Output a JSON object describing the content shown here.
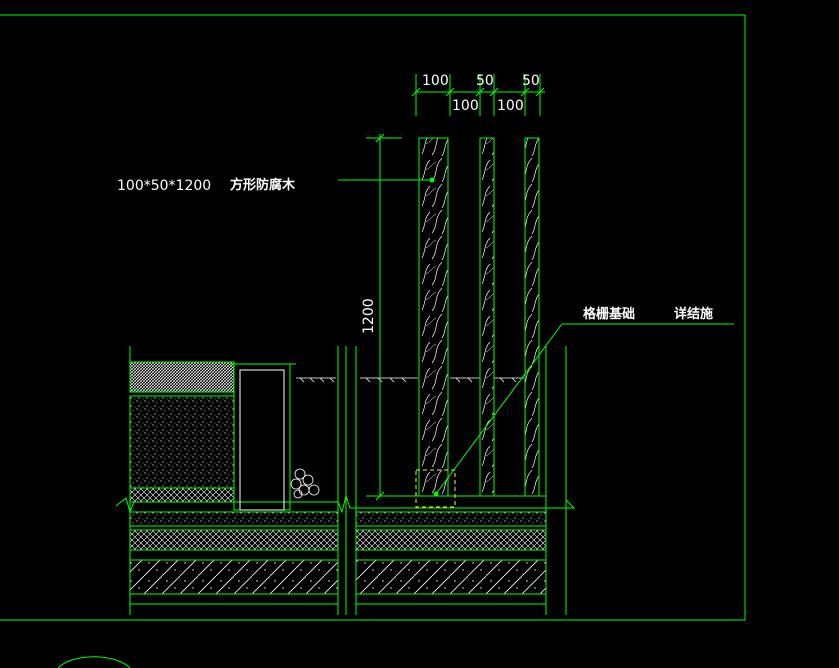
{
  "colors": {
    "background": "#000000",
    "outline": "#00ff00",
    "dimension": "#00ff00",
    "hatch": "#ffffff",
    "detail_marker": "#ffff00"
  },
  "dimensions": {
    "top_row": [
      "100",
      "50",
      "50"
    ],
    "bottom_row": [
      "100",
      "100"
    ],
    "height": "1200"
  },
  "labels": {
    "size_spec": "100*50*1200",
    "material": "方形防腐木",
    "foundation": "格栅基础",
    "detail_ref": "详结施"
  }
}
